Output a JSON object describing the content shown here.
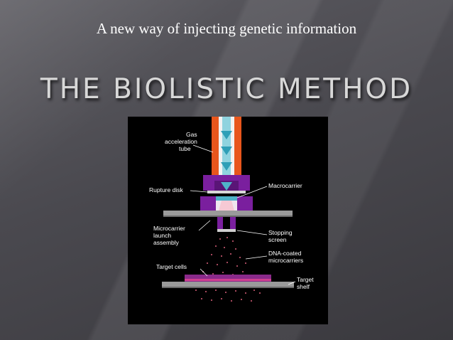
{
  "slide": {
    "subtitle": "A new way of injecting genetic information",
    "title": "THE BIOLISTIC METHOD"
  },
  "diagram": {
    "labels": {
      "gas_line1": "Gas",
      "gas_line2": "acceleration",
      "gas_line3": "tube",
      "rupture_disk": "Rupture disk",
      "macrocarrier": "Macrocarrier",
      "microcarrier_line1": "Microcarrier",
      "microcarrier_line2": "launch",
      "microcarrier_line3": "assembly",
      "stopping_line1": "Stopping",
      "stopping_line2": "screen",
      "dna_line1": "DNA-coated",
      "dna_line2": "microcarriers",
      "target_cells": "Target cells",
      "target_shelf_line1": "Target",
      "target_shelf_line2": "shelf"
    }
  },
  "colors": {
    "tube_orange": "#e8561c",
    "purple": "#7a1f9e",
    "teal": "#4fb3c9",
    "shelf_gray": "#9a9a9a",
    "particle_pink": "#d9607a"
  }
}
